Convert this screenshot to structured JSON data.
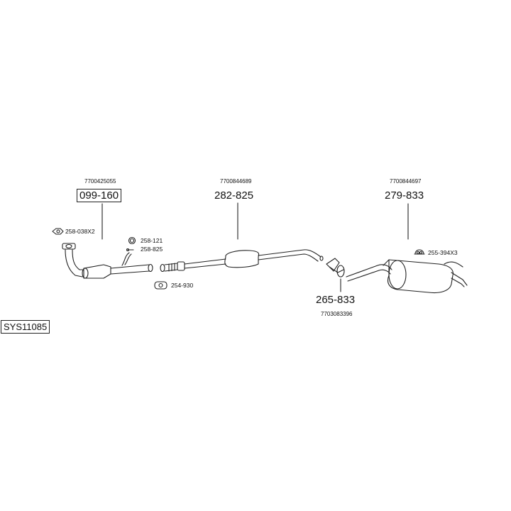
{
  "system_id": "SYS11085",
  "parts": {
    "front_pipe": {
      "oem": "7700425055",
      "part_no": "099-160"
    },
    "center_silencer": {
      "oem": "7700844689",
      "part_no": "282-825"
    },
    "rear_silencer": {
      "oem": "7700844697",
      "part_no": "279-833"
    },
    "connector_pipe": {
      "oem": "7703083396",
      "part_no": "265-833"
    }
  },
  "accessories": {
    "nut": "258-038X2",
    "ring": "258-121",
    "bolt": "258-825",
    "clamp": "254-930",
    "hanger": "255-394X3"
  }
}
